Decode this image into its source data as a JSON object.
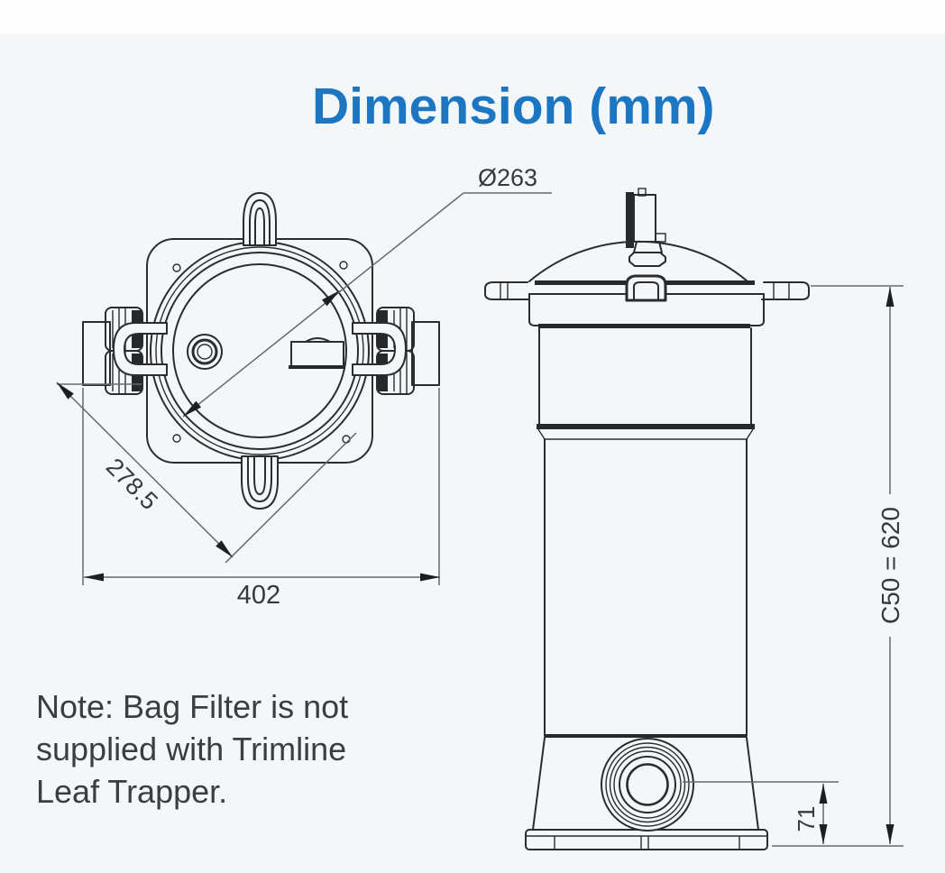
{
  "title": "Dimension (mm)",
  "note": {
    "lines": [
      "Note: Bag Filter is not",
      "supplied with Trimline",
      "Leaf Trapper."
    ]
  },
  "dimensions": {
    "lid_diameter": "Ø263",
    "diagonal": "278.5",
    "base_width": "402",
    "overall_height": "C50 = 620",
    "port_height": "71"
  },
  "colors": {
    "title_blue": "#1c76c1",
    "drawing_line": "#2a2c30",
    "dimension_line": "#66696e",
    "note_text": "#3a3e44",
    "background": "#f4f7fa"
  }
}
